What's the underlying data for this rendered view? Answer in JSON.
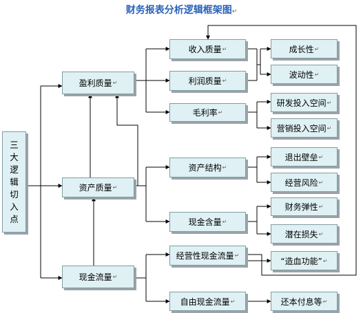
{
  "title": "财务报表分析逻辑框架图",
  "mark": "↵",
  "root": {
    "label": "三大逻辑切入点",
    "chars": [
      "三",
      "大",
      "逻",
      "辑",
      "切",
      "入",
      "点"
    ]
  },
  "level1": {
    "profit_quality": "盈利质量",
    "asset_quality": "资产质量",
    "cash_flow": "现金流量"
  },
  "level2": {
    "revenue_quality": "收入质量",
    "profit_quality_sub": "利润质量",
    "gross_margin": "毛利率",
    "asset_structure": "资产结构",
    "cash_content": "现金含量",
    "operating_cash_flow": "经营性现金流量",
    "free_cash_flow": "自由现金流量"
  },
  "level3": {
    "growth": "成长性",
    "volatility": "波动性",
    "rd_investment_space": "研发投入空间",
    "marketing_investment_space": "营销投入空间",
    "exit_barrier": "退出壁垒",
    "operating_risk": "经营风险",
    "financial_elasticity": "财务弹性",
    "potential_loss": "潜在损失",
    "self_funding": "“造血功能”",
    "debt_repayment": "还本付息等"
  }
}
